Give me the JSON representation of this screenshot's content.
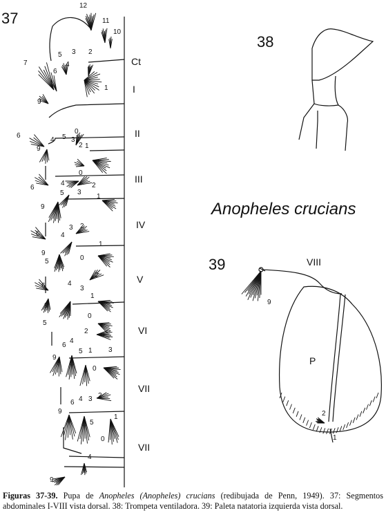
{
  "figures": {
    "fig37": {
      "number": "37",
      "segments": [
        {
          "id": "ct",
          "label": "Ct"
        },
        {
          "id": "i",
          "label": "I"
        },
        {
          "id": "ii",
          "label": "II"
        },
        {
          "id": "iii",
          "label": "III"
        },
        {
          "id": "iv",
          "label": "IV"
        },
        {
          "id": "v",
          "label": "V"
        },
        {
          "id": "vi",
          "label": "VI"
        },
        {
          "id": "vii",
          "label": "VII"
        },
        {
          "id": "viii",
          "label": "VII"
        }
      ],
      "setae_numbers": {
        "ct": [
          "12",
          "11",
          "10",
          "7",
          "5",
          "3",
          "2",
          "4",
          "6",
          "1",
          "9"
        ],
        "ii": [
          "6",
          "4",
          "5",
          "0",
          "3",
          "9",
          "2",
          "1"
        ],
        "iii": [
          "0",
          "4",
          "2",
          "6",
          "5",
          "3",
          "9",
          "1"
        ],
        "iv": [
          "3",
          "2",
          "6",
          "4",
          "9",
          "5",
          "1",
          "0"
        ],
        "v": [
          "2",
          "6",
          "4",
          "3",
          "9",
          "1",
          "5",
          "0"
        ],
        "vi": [
          "2",
          "6",
          "4",
          "9",
          "5",
          "1",
          "3",
          "0"
        ],
        "vii": [
          "2",
          "6",
          "4",
          "3",
          "9",
          "5",
          "1",
          "0"
        ],
        "viii": [
          "4",
          "9"
        ]
      }
    },
    "fig38": {
      "number": "38"
    },
    "fig39": {
      "number": "39",
      "labels": {
        "segment": "VIII",
        "paddle": "P",
        "seta9": "9",
        "seta2": "2",
        "seta1": "1"
      }
    },
    "species_title": "Anopheles crucians"
  },
  "caption": {
    "label": "Figuras 37-39.",
    "text_1": " Pupa de ",
    "taxon": "Anopheles (Anopheles) crucians",
    "text_2": " (redibujada de Penn, 1949). 37: Segmentos abdominales I-VIII vista dorsal. 38: Trompeta ventiladora. 39: Paleta natatoria izquierda vista dorsal."
  },
  "colors": {
    "ink": "#111111",
    "background": "#ffffff"
  }
}
